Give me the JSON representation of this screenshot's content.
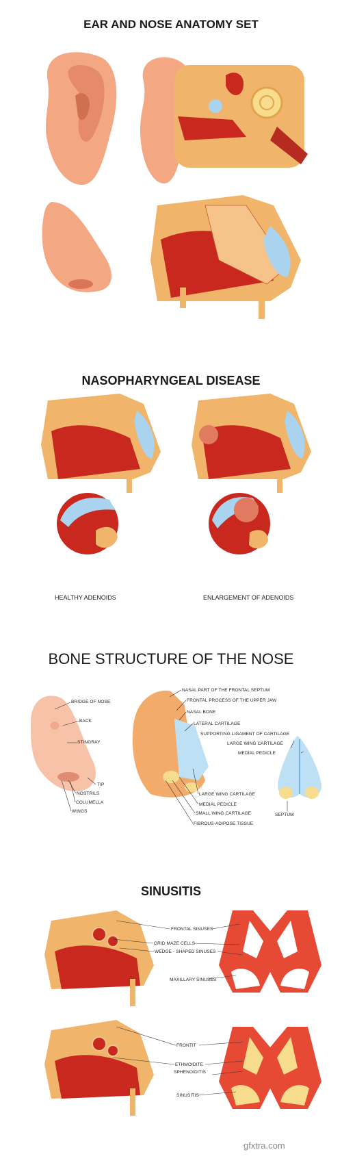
{
  "titles": {
    "ear_nose": "EAR AND NOSE ANATOMY SET",
    "nasopharyngeal": "NASOPHARYNGEAL DISEASE",
    "bone_structure": "BONE STRUCTURE OF THE NOSE",
    "sinusitis": "SINUSITIS"
  },
  "nasopharyngeal": {
    "healthy_caption": "HEALTHY ADENOIDS",
    "enlarged_caption": "ENLARGEMENT OF ADENOIDS"
  },
  "bone_structure": {
    "external_labels": [
      "BRIDGE OF NOSE",
      "BACK",
      "STINGRAY",
      "TIP",
      "NOSTRILS",
      "COLUMELLA",
      "WINGS"
    ],
    "skeleton_labels": [
      "NASAL PART OF THE FRONTAL SEPTUM",
      "FRONTAL PROCESS OF THE UPPER JAW",
      "NASAL BONE",
      "LATERAL CARTILAGE",
      "SUPPORTING LIGAMENT OF CARTILAGE",
      "LARGE WING CARTILAGE",
      "MEDIAL PEDICLE",
      "LARGE WING CARTILAGE",
      "MEDIAL PEDICLE",
      "SMALL WING CARTILAGE",
      "FIBROUS-ADIPOSE TISSUE",
      "SEPTUM"
    ]
  },
  "sinusitis": {
    "healthy_labels": [
      "FRONTAL SINUSES",
      "GRID MAZE CELLS",
      "WEDGE - SHAPED SINUSES",
      "MAXILLARY SINUSES"
    ],
    "disease_labels": [
      "FRONTIT",
      "ETHMOIDITE",
      "SPHENOIDITIS",
      "SINUSITIS"
    ]
  },
  "watermark": "gfxtra.com",
  "colors": {
    "skin": "#f2a07c",
    "skin_dark": "#d9765a",
    "tissue_red": "#c9281e",
    "bone": "#f0b46a",
    "cartilage_blue": "#a9d3ee",
    "sinus_yellow": "#f8dc8e"
  }
}
